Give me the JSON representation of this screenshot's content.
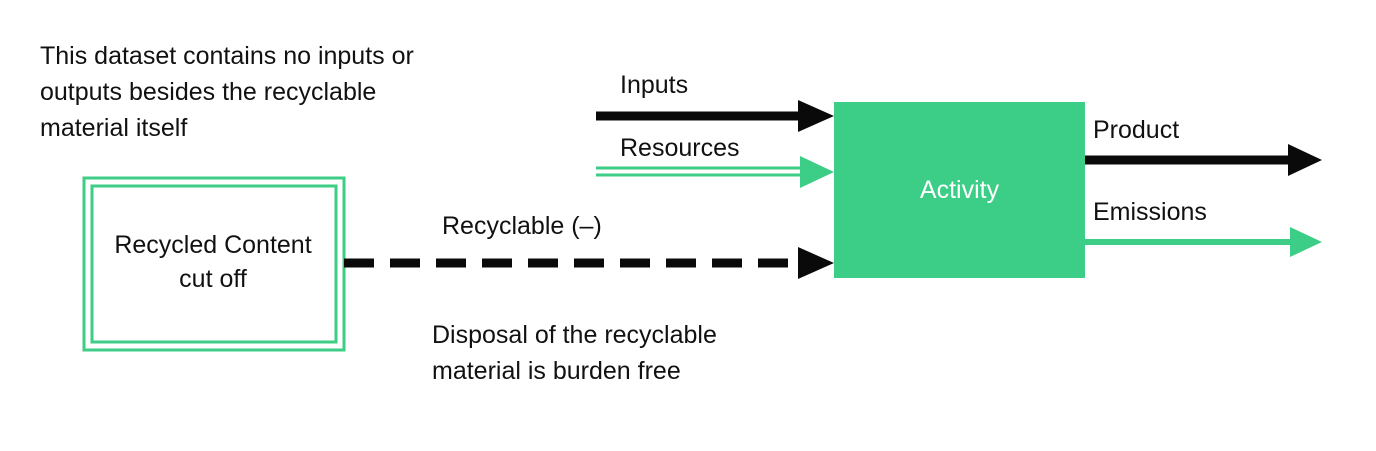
{
  "colors": {
    "green": "#3ccd86",
    "black": "#0a0a0a",
    "background": "#ffffff"
  },
  "notes": {
    "top": "This dataset contains no inputs or outputs besides the recyclable material itself",
    "bottom": "Disposal of the recyclable material is burden free"
  },
  "cutoff_box": {
    "label": "Recycled Content cut off"
  },
  "activity_box": {
    "label": "Activity"
  },
  "flows": {
    "inputs": "Inputs",
    "resources": "Resources",
    "recyclable": "Recyclable (–)",
    "product": "Product",
    "emissions": "Emissions"
  }
}
